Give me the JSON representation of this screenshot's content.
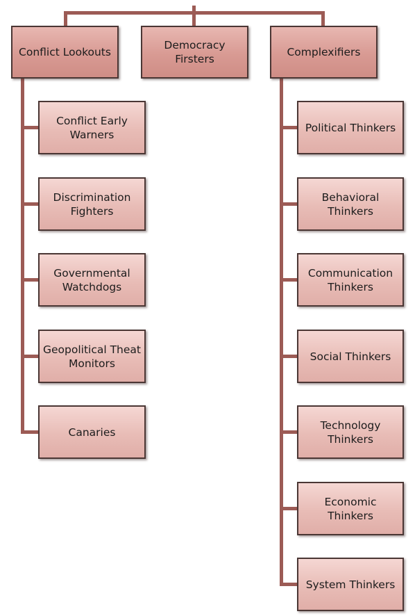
{
  "chart_data": {
    "type": "hierarchy",
    "root": "",
    "nodes": [
      {
        "label": "Conflict Lookouts",
        "children": [
          "Conflict Early\nWarners",
          "Discrimination\nFighters",
          "Governmental\nWatchdogs",
          "Geopolitical Theat\nMonitors",
          "Canaries"
        ]
      },
      {
        "label": "Democracy\nFirsters",
        "children": []
      },
      {
        "label": "Complexifiers",
        "children": [
          "Political Thinkers",
          "Behavioral\nThinkers",
          "Communication\nThinkers",
          "Social Thinkers",
          "Technology\nThinkers",
          "Economic\nThinkers",
          "System Thinkers"
        ]
      }
    ]
  },
  "colors": {
    "connector": "#9c5b55",
    "border": "#4a3634",
    "top_fill": "#d89a93",
    "child_fill": "#e8bcb6"
  }
}
